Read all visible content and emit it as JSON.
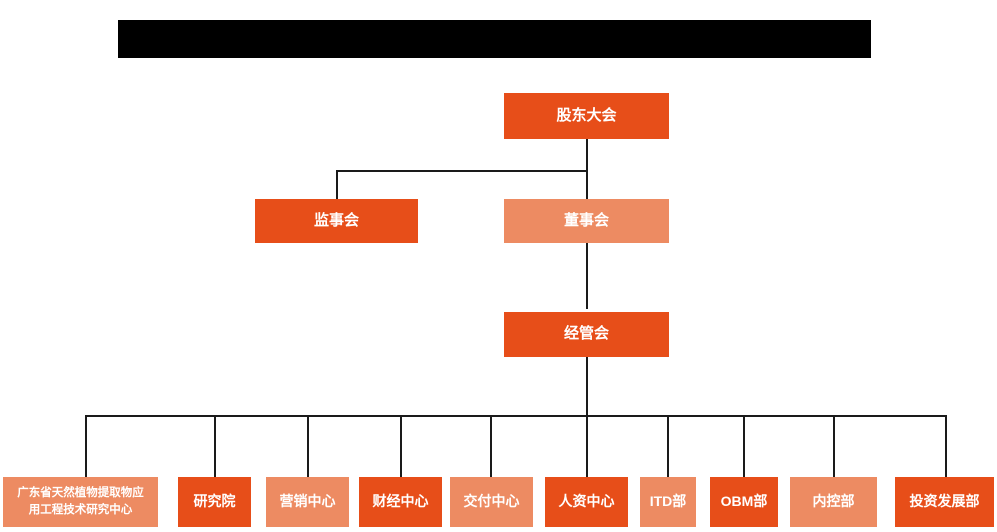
{
  "page": {
    "background_color": "#FFFFFF",
    "title_banner": {
      "name": "redacted-title-banner",
      "text": "",
      "color": "#000000"
    }
  },
  "palette": {
    "primary_orange": "#E74E19",
    "secondary_orange": "#ED8B62",
    "line_color": "#1A1A1A",
    "text_color": "#FFFFFF"
  },
  "chart_data": {
    "type": "diagram",
    "diagram_type": "organization-chart",
    "title": "",
    "levels": [
      {
        "level": 1,
        "nodes": [
          {
            "id": "shareholders",
            "label": "股东大会",
            "color": "#E74E19"
          }
        ]
      },
      {
        "level": 2,
        "nodes": [
          {
            "id": "supervisors",
            "label": "监事会",
            "color": "#E74E19"
          },
          {
            "id": "board",
            "label": "董事会",
            "color": "#ED8B62"
          }
        ]
      },
      {
        "level": 3,
        "nodes": [
          {
            "id": "management",
            "label": "经管会",
            "color": "#E74E19"
          }
        ]
      },
      {
        "level": 4,
        "nodes": [
          {
            "id": "dept1",
            "label": "广东省天然植物提取物应\n用工程技术研究中心",
            "color": "#ED8B62"
          },
          {
            "id": "dept2",
            "label": "研究院",
            "color": "#E74E19"
          },
          {
            "id": "dept3",
            "label": "营销中心",
            "color": "#ED8B62"
          },
          {
            "id": "dept4",
            "label": "财经中心",
            "color": "#E74E19"
          },
          {
            "id": "dept5",
            "label": "交付中心",
            "color": "#ED8B62"
          },
          {
            "id": "dept6",
            "label": "人资中心",
            "color": "#E74E19"
          },
          {
            "id": "dept7",
            "label": "ITD部",
            "color": "#ED8B62"
          },
          {
            "id": "dept8",
            "label": "OBM部",
            "color": "#E74E19"
          },
          {
            "id": "dept9",
            "label": "内控部",
            "color": "#ED8B62"
          },
          {
            "id": "dept10",
            "label": "投资发展部",
            "color": "#E74E19"
          }
        ]
      }
    ],
    "edges": [
      {
        "from": "shareholders",
        "to": "supervisors"
      },
      {
        "from": "shareholders",
        "to": "board"
      },
      {
        "from": "board",
        "to": "management"
      },
      {
        "from": "management",
        "to": "dept1"
      },
      {
        "from": "management",
        "to": "dept2"
      },
      {
        "from": "management",
        "to": "dept3"
      },
      {
        "from": "management",
        "to": "dept4"
      },
      {
        "from": "management",
        "to": "dept5"
      },
      {
        "from": "management",
        "to": "dept6"
      },
      {
        "from": "management",
        "to": "dept7"
      },
      {
        "from": "management",
        "to": "dept8"
      },
      {
        "from": "management",
        "to": "dept9"
      },
      {
        "from": "management",
        "to": "dept10"
      }
    ]
  }
}
